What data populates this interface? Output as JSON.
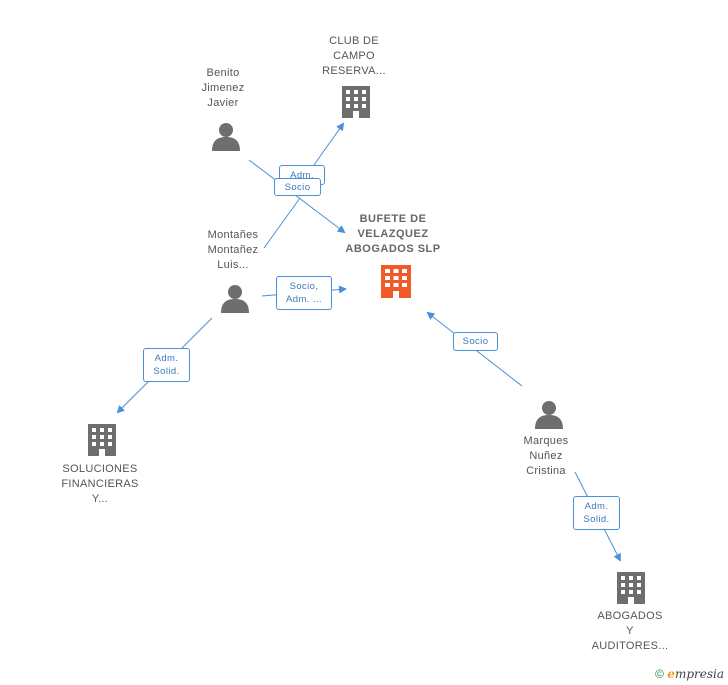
{
  "colors": {
    "edge": "#4a90d9",
    "node_gray": "#6e6e6e",
    "center_node": "#f05a28"
  },
  "nodes": {
    "club": {
      "lines": [
        "CLUB DE",
        "CAMPO",
        "RESERVA..."
      ]
    },
    "benito": {
      "lines": [
        "Benito",
        "Jimenez",
        "Javier"
      ]
    },
    "center": {
      "lines": [
        "BUFETE DE",
        "VELAZQUEZ",
        "ABOGADOS SLP"
      ]
    },
    "montanes": {
      "lines": [
        "Montañes",
        "Montañez",
        "Luis..."
      ]
    },
    "soluciones": {
      "lines": [
        "SOLUCIONES",
        "FINANCIERAS",
        "Y..."
      ]
    },
    "marques": {
      "lines": [
        "Marques",
        "Nuñez",
        "Cristina"
      ]
    },
    "abogados": {
      "lines": [
        "ABOGADOS",
        "Y",
        "AUDITORES..."
      ]
    }
  },
  "edges": {
    "benito_club": {
      "lines": [
        "Adm."
      ]
    },
    "benito_center": {
      "lines": [
        "Socio"
      ]
    },
    "montanes_center": {
      "lines": [
        "Socio,",
        "Adm. ..."
      ]
    },
    "montanes_soluciones": {
      "lines": [
        "Adm.",
        "Solid."
      ]
    },
    "marques_center": {
      "lines": [
        "Socio"
      ]
    },
    "marques_abogados": {
      "lines": [
        "Adm.",
        "Solid."
      ]
    }
  },
  "footer": {
    "copyright": "©",
    "brand_initial": "e",
    "brand_rest": "mpresia"
  }
}
